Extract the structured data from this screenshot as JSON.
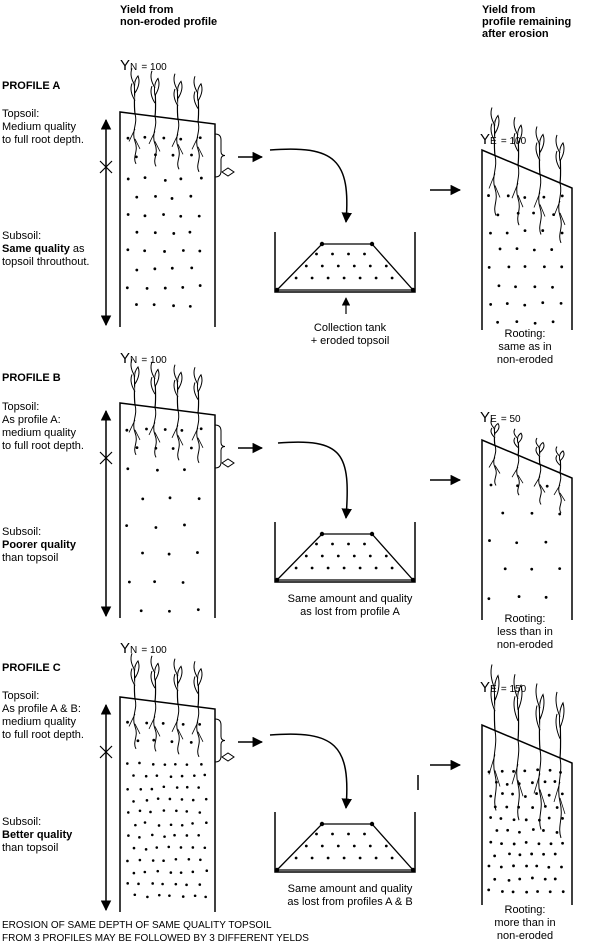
{
  "header": {
    "left_line1": "Yield from",
    "left_line2": "non-eroded profile",
    "right_line1": "Yield from",
    "right_line2": "profile remaining",
    "right_line3": "after erosion"
  },
  "profiles": [
    {
      "title": "PROFILE A",
      "yn_label": "Y",
      "yn_sub": "N",
      "yn_value": "= 100",
      "ye_label": "Y",
      "ye_sub": "E",
      "ye_value": "= 100",
      "topsoil_l1": "Topsoil:",
      "topsoil_l2": "Medium quality",
      "topsoil_l3": "to full root depth.",
      "subsoil_l1": "Subsoil:",
      "subsoil_l2": "Same quality",
      "subsoil_l2b": " as",
      "subsoil_l3": "topsoil throuthout.",
      "tank_l1": "Collection tank",
      "tank_l2": "+ eroded topsoil",
      "rooting_l1": "Rooting:",
      "rooting_l2": "same as in",
      "rooting_l3": "non-eroded"
    },
    {
      "title": "PROFILE B",
      "yn_label": "Y",
      "yn_sub": "N",
      "yn_value": "= 100",
      "ye_label": "Y",
      "ye_sub": "E",
      "ye_value": "= 50",
      "topsoil_l1": "Topsoil:",
      "topsoil_l2": "As profile A:",
      "topsoil_l3": "medium quality",
      "topsoil_l4": "to full root depth.",
      "subsoil_l1": "Subsoil:",
      "subsoil_l2": "Poorer quality",
      "subsoil_l3": "than topsoil",
      "tank_l1": "Same amount and quality",
      "tank_l2": "as lost from profile A",
      "rooting_l1": "Rooting:",
      "rooting_l2": "less than in",
      "rooting_l3": "non-eroded"
    },
    {
      "title": "PROFILE C",
      "yn_label": "Y",
      "yn_sub": "N",
      "yn_value": "= 100",
      "ye_label": "Y",
      "ye_sub": "E",
      "ye_value": "= 150",
      "topsoil_l1": "Topsoil:",
      "topsoil_l2": "As profile A & B:",
      "topsoil_l3": "medium quality",
      "topsoil_l4": "to full root depth.",
      "subsoil_l1": "Subsoil:",
      "subsoil_l2": "Better quality",
      "subsoil_l3": "than topsoil",
      "tank_l1": "Same amount and quality",
      "tank_l2": "as lost from profiles A & B",
      "rooting_l1": "Rooting:",
      "rooting_l2": "more than in",
      "rooting_l3": "non-eroded"
    }
  ],
  "footer": {
    "line1": "EROSION OF SAME DEPTH OF SAME QUALITY TOPSOIL",
    "line2": "FROM 3 PROFILES MAY BE FOLLOWED BY 3 DIFFERENT YELDS"
  }
}
